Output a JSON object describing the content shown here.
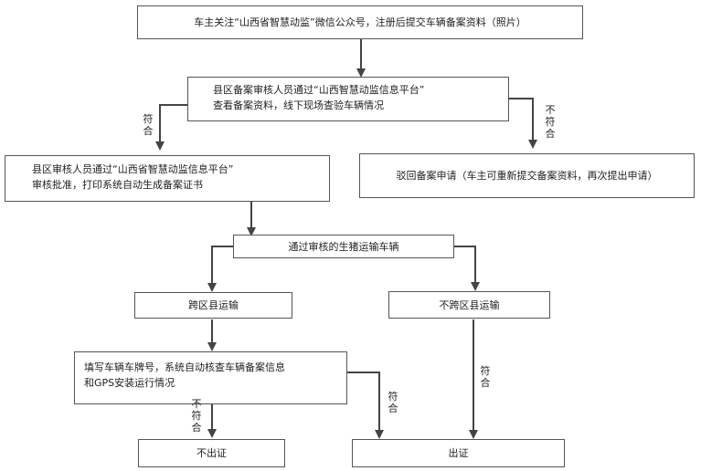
{
  "nodes": {
    "step1": "车主关注“山西省智慧动监”微信公众号，注册后提交车辆备案资料（照片）",
    "step2_line1": "县区备案审核人员通过“山西智慧动监信息平台”",
    "step2_line2": "查看备案资料，线下现场查验车辆情况",
    "approve_line1": "县区审核人员通过“山西省智慧动监信息平台”",
    "approve_line2": "审核批准，打印系统自动生成备案证书",
    "reject": "驳回备案申请（车主可重新提交备案资料，再次提出申请）",
    "approved_vehicles": "通过审核的生猪运输车辆",
    "cross_county": "跨区县运输",
    "non_cross_county": "不跨区县运输",
    "fill_line1": "填写车辆车牌号，系统自动核查车辆备案信息",
    "fill_line2": "和GPS安装运行情况",
    "no_certificate": "不出证",
    "issue_certificate": "出证"
  },
  "edge_labels": {
    "pass": "符合",
    "fail": "不符合"
  },
  "colors": {
    "line": "#444444",
    "border": "#555555"
  }
}
